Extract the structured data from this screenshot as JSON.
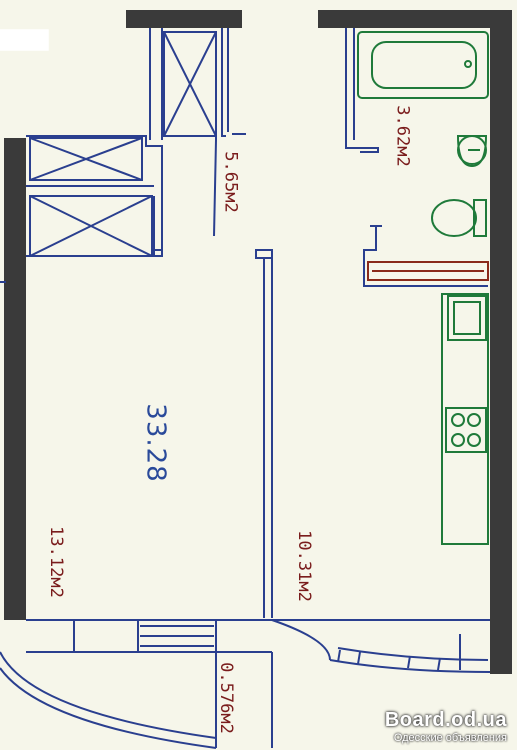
{
  "rooms": {
    "storage_area": "5.65м2",
    "bathroom_area": "3.62м2",
    "total_area": "33.28",
    "room_area": "13.12м2",
    "kitchen_area": "10.31м2",
    "balcony_area": "0.576м2"
  },
  "colors": {
    "wall": "#3a3a3a",
    "line": "#2a3f8f",
    "fixture": "#1f7a3a",
    "area_label": "#7a1c1c",
    "total_label": "#2a4a9a",
    "background": "#f6f6ea"
  },
  "watermark": {
    "site": "Board.od.ua",
    "subtitle": "Одесские объявления"
  }
}
